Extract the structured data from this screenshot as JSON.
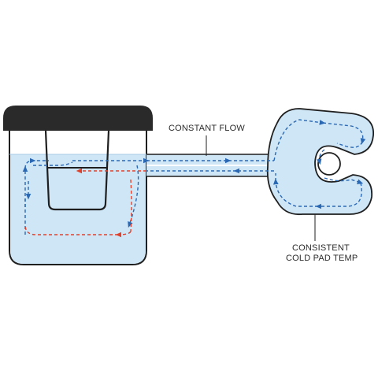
{
  "labels": {
    "flow": "CONSTANT FLOW",
    "pad_line1": "CONSISTENT",
    "pad_line2": "COLD PAD TEMP"
  },
  "colors": {
    "water": "#cfe6f7",
    "outline": "#1f1f1f",
    "lid": "#2a2a2a",
    "flow_blue": "#2a68b3",
    "flow_red": "#e0412c"
  },
  "components": {
    "reservoir": "cooler-reservoir",
    "ice_basket": "ice-basket",
    "hose": "connecting-hose",
    "pad": "cold-therapy-pad"
  }
}
